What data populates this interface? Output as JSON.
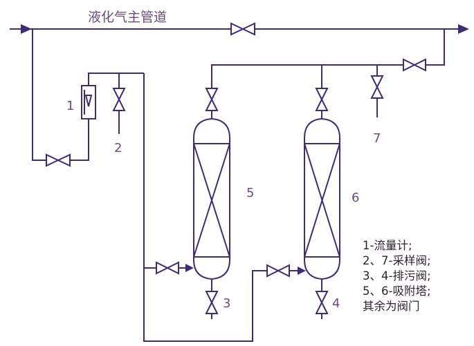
{
  "title": "液化气主管道",
  "labels": {
    "flowmeter": "1",
    "sample_valve_a": "2",
    "drain_valve_a": "3",
    "drain_valve_b": "4",
    "tower_a": "5",
    "tower_b": "6",
    "sample_valve_b": "7"
  },
  "legend": [
    "1-流量计;",
    "2、7-采样阀;",
    "3、4-排污阀;",
    "5、6-吸附塔;",
    "其余为阀门"
  ],
  "colors": {
    "line": "#3f2a78",
    "label": "#6b4b7b",
    "legend_text": "#2f2330"
  }
}
